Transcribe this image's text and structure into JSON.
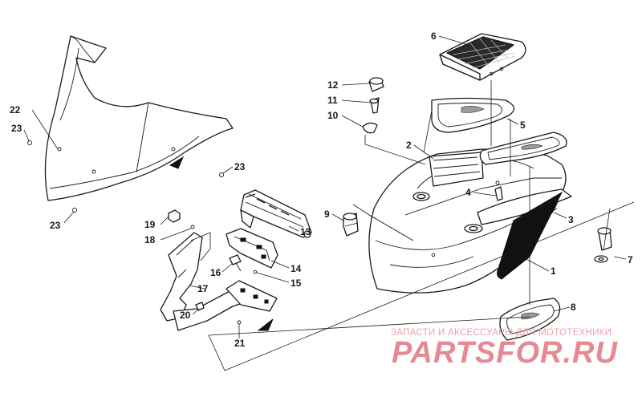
{
  "callouts": {
    "c1": "1",
    "c2": "2",
    "c3": "3",
    "c4": "4",
    "c5": "5",
    "c6": "6",
    "c7": "7",
    "c8": "8",
    "c9": "9",
    "c10": "10",
    "c11": "11",
    "c12": "12",
    "c13": "13",
    "c14": "14",
    "c15": "15",
    "c16": "16",
    "c17": "17",
    "c18": "18",
    "c19": "19",
    "c20": "20",
    "c21": "21",
    "c22": "22",
    "c23a": "23",
    "c23b": "23",
    "c23c": "23"
  },
  "watermark": {
    "tagline": "ЗАПАСТИ И АКСЕССУАРЫ ДЛЯ МОТОТЕХНИКИ",
    "brand": "PARTSFOR.RU"
  },
  "colors": {
    "line": "#1a1a1a",
    "watermark": "#e58a93"
  }
}
